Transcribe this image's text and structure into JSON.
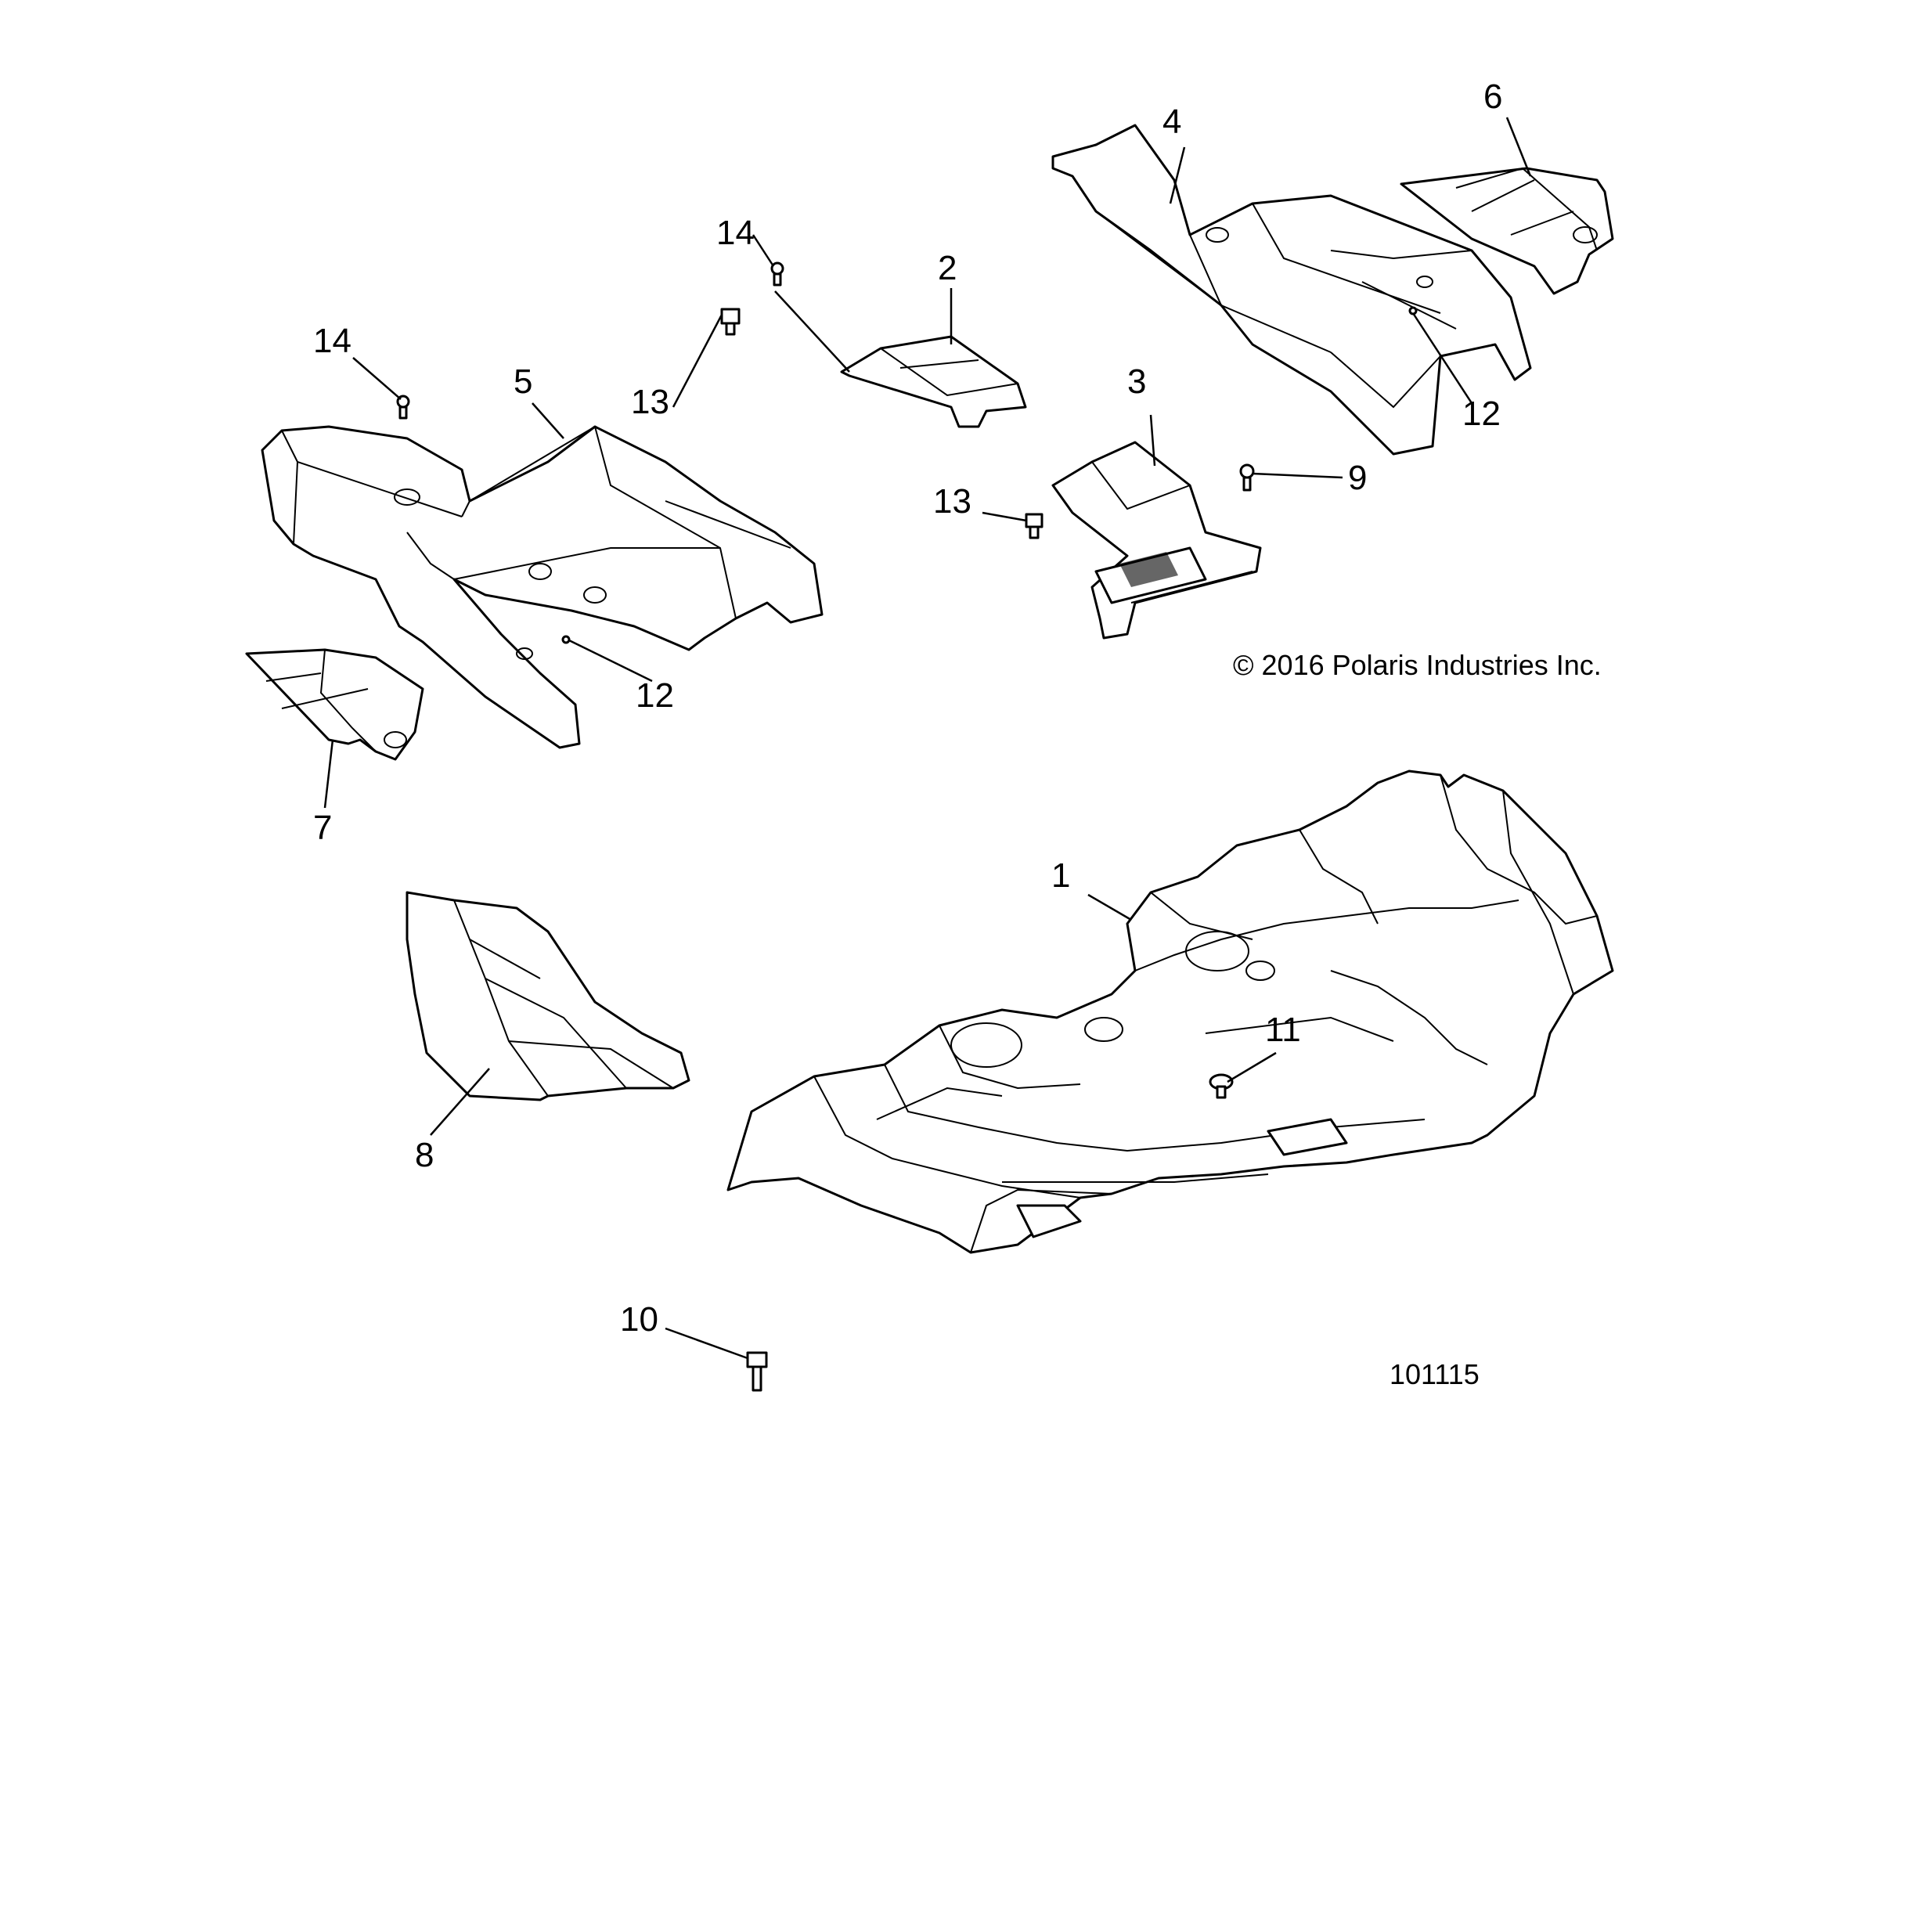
{
  "diagram": {
    "copyright": "© 2016 Polaris Industries Inc.",
    "figure_number": "101115",
    "callouts": [
      "1",
      "2",
      "3",
      "4",
      "5",
      "6",
      "7",
      "8",
      "9",
      "10",
      "11",
      "12",
      "13",
      "14"
    ]
  },
  "callout_labels": {
    "c1": "1",
    "c2": "2",
    "c3": "3",
    "c4": "4",
    "c5": "5",
    "c6": "6",
    "c7": "7",
    "c8": "8",
    "c9": "9",
    "c10": "10",
    "c11": "11",
    "c12a": "12",
    "c12b": "12",
    "c13a": "13",
    "c13b": "13",
    "c14a": "14",
    "c14b": "14"
  },
  "colors": {
    "line": "#000000",
    "background": "#ffffff"
  }
}
